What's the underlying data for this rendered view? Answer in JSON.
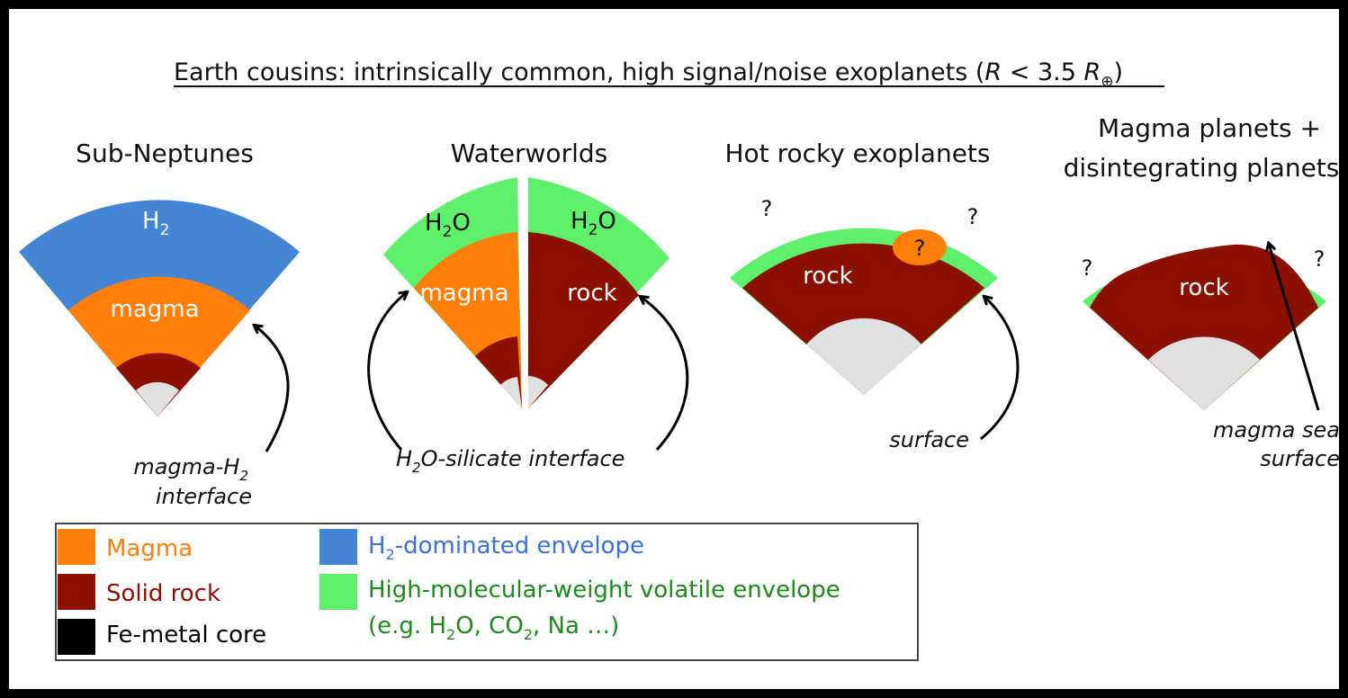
{
  "title": {
    "main": "Earth cousins: intrinsically common, high signal/noise exoplanets",
    "paren_open": "(",
    "R": "R",
    "lt": " < 3.5 ",
    "R2": "R",
    "sub": "⊕",
    "paren_close": ")"
  },
  "colors": {
    "magma": "#ff7f0a",
    "rock": "#8b1000",
    "core": "#e0e0e0",
    "h2": "#4485d6",
    "volatile": "#5ff06b",
    "magma_text": "#ff7f0a",
    "rock_text": "#8b1000",
    "h2_text": "#3b70d6",
    "volatile_text": "#1e8a1e"
  },
  "panels": {
    "sub_neptunes": {
      "heading": "Sub-Neptunes",
      "h2": "H",
      "h2_sub": "2",
      "magma": "magma",
      "note_line1": "magma-H",
      "note_line1_sub": "2",
      "note_line2": "interface"
    },
    "waterworlds": {
      "heading": "Waterworlds",
      "h2o_left": "H",
      "h2o_left_sub": "2",
      "h2o_left_end": "O",
      "h2o_right": "H",
      "h2o_right_sub": "2",
      "h2o_right_end": "O",
      "magma": "magma",
      "rock": "rock",
      "note_start": "H",
      "note_sub": "2",
      "note_end": "O-silicate interface"
    },
    "hot_rocky": {
      "heading": "Hot rocky exoplanets",
      "rock": "rock",
      "q1": "?",
      "q2": "?",
      "q3": "?",
      "note": "surface"
    },
    "magma_planets": {
      "heading_line1": "Magma planets +",
      "heading_line2": "disintegrating planets",
      "rock": "rock",
      "q1": "?",
      "q2": "?",
      "note_line1": "magma sea",
      "note_line2": "surface"
    }
  },
  "legend": {
    "magma": "Magma",
    "rock": "Solid rock",
    "core": "Fe-metal core",
    "h2_start": "H",
    "h2_sub": "2",
    "h2_end": "-dominated envelope",
    "volatile_line1": "High-molecular-weight  volatile envelope",
    "volatile_line2_a": "(e.g. H",
    "volatile_line2_sub1": "2",
    "volatile_line2_b": "O, CO",
    "volatile_line2_sub2": "2",
    "volatile_line2_c": ", Na …)"
  }
}
